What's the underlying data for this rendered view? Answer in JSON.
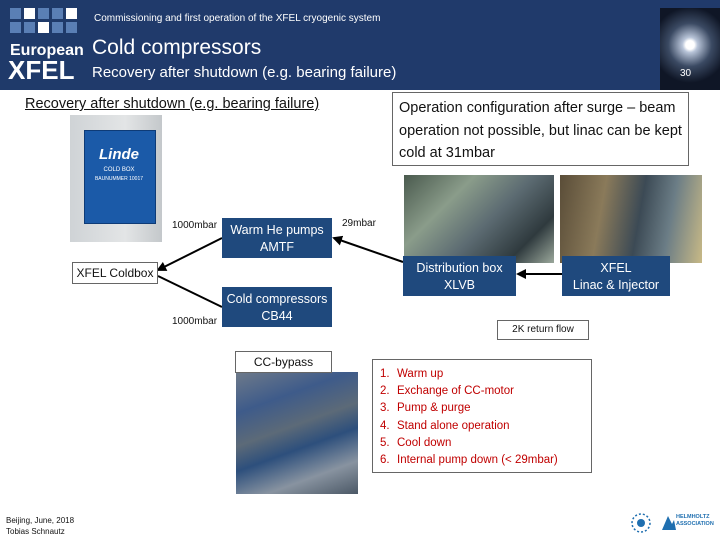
{
  "header": {
    "subtitle_small": "Commissioning and first operation of the XFEL cryogenic system",
    "title": "Cold compressors",
    "subtitle": "Recovery after shutdown (e.g. bearing failure)",
    "page_number": "30",
    "logo_top": "European",
    "logo_bottom": "XFEL",
    "brand_color": "#203a6b"
  },
  "left_title": "Recovery after shutdown (e.g. bearing failure)",
  "right_text": "Operation configuration after surge – beam operation not possible, but linac can be kept cold at 31mbar",
  "linde_photo": {
    "logo": "Linde",
    "line1": "COLD BOX",
    "line2": "BAUNUMMER 10017"
  },
  "diagram": {
    "warm_pumps": {
      "line1": "Warm He pumps",
      "line2": "AMTF"
    },
    "cold_compressors": {
      "line1": "Cold compressors",
      "line2": "CB44"
    },
    "distribution": {
      "line1": "Distribution box",
      "line2": "XLVB"
    },
    "linac": {
      "line1": "XFEL",
      "line2": "Linac & Injector"
    },
    "coldbox": "XFEL Coldbox",
    "bypass": "CC-bypass",
    "return_flow": "2K return flow",
    "pressure_1000_top": "1000mbar",
    "pressure_1000_bottom": "1000mbar",
    "pressure_29": "29mbar",
    "box_color": "#1f497d"
  },
  "steps": [
    {
      "num": "1.",
      "text": "Warm up"
    },
    {
      "num": "2.",
      "text": "Exchange of CC-motor"
    },
    {
      "num": "3.",
      "text": "Pump & purge"
    },
    {
      "num": "4.",
      "text": "Stand alone operation"
    },
    {
      "num": "5.",
      "text": "Cool down"
    },
    {
      "num": "6.",
      "text": "Internal pump down  (< 29mbar)"
    }
  ],
  "steps_color": "#c00000",
  "footer": {
    "date": "Beijing, June, 2018",
    "author": "Tobias Schnautz",
    "logo2_line1": "HELMHOLTZ",
    "logo2_line2": "ASSOCIATION"
  }
}
